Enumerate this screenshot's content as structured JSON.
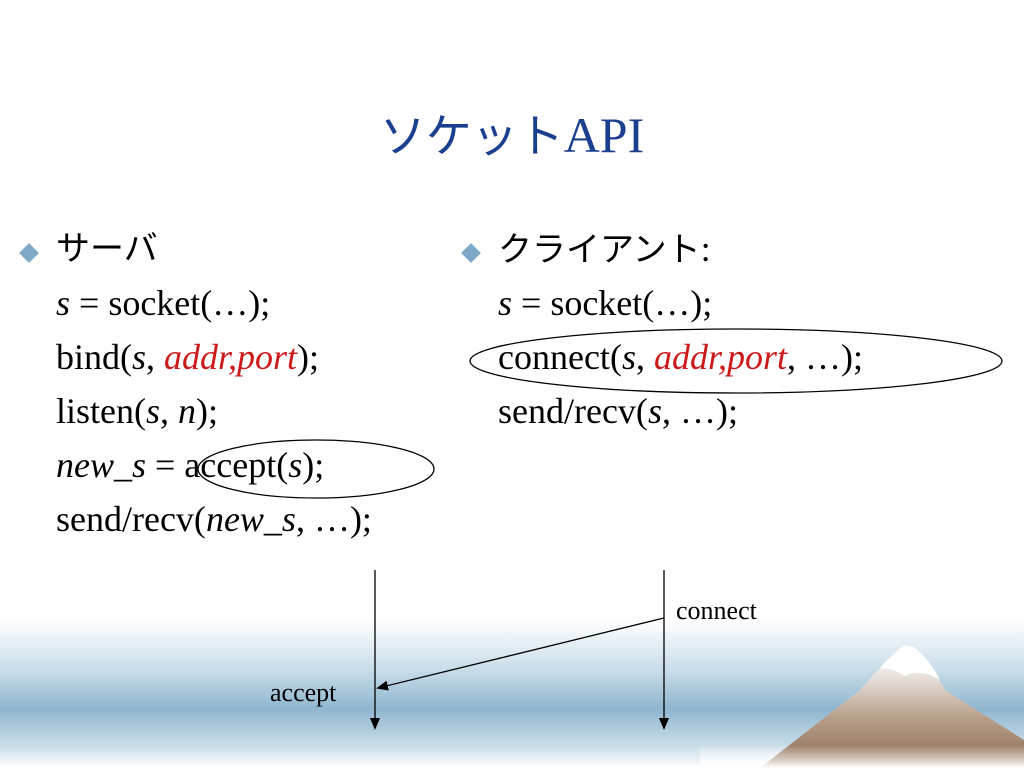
{
  "slide": {
    "title_jp": "ソケット",
    "title_en": "API"
  },
  "server": {
    "heading": "サーバ",
    "l1": {
      "a": "s",
      "b": " = socket(…);"
    },
    "l2": {
      "a": "bind(",
      "b": "s",
      "c": ", ",
      "d": "addr,port",
      "e": ");"
    },
    "l3": {
      "a": "listen(",
      "b": "s",
      "c": ", ",
      "d": "n",
      "e": ");"
    },
    "l4": {
      "a": "new_s",
      "b": " = accept(",
      "c": "s",
      "d": ");"
    },
    "l5": {
      "a": "send/recv(",
      "b": "new_s",
      "c": ", …);"
    }
  },
  "client": {
    "heading": "クライアント",
    "heading_colon": ":",
    "l1": {
      "a": "s",
      "b": " = socket(…);"
    },
    "l2": {
      "a": "connect(",
      "b": "s",
      "c": ", ",
      "d": "addr,port",
      "e": ", …);"
    },
    "l3": {
      "a": "send/recv(",
      "b": "s",
      "c": ", …);"
    }
  },
  "diagram": {
    "connect_label": "connect",
    "accept_label": "accept"
  },
  "colors": {
    "title": "#1a3f8f",
    "highlight": "#cc1a1a",
    "bullet": "#7fa9c9",
    "band": "#8fb6cf"
  }
}
